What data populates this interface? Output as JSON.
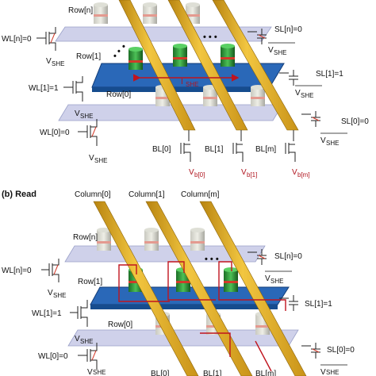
{
  "read_panel": {
    "title": "(b) Read",
    "columns": [
      "Column[0]",
      "Column[1]",
      "Column[m]"
    ]
  },
  "rows": {
    "row_n": "Row[n]",
    "row_1": "Row[1]",
    "row_0": "Row[0]"
  },
  "wordlines": {
    "wl_n": "WL[n]=0",
    "wl_1": "WL[1]=1",
    "wl_0": "WL[0]=0"
  },
  "sourcelines": {
    "sl_n": "SL[n]=0",
    "sl_1": "SL[1]=1",
    "sl_0": "SL[0]=0"
  },
  "supply": {
    "vshe": "V",
    "vshe_sub": "SHE",
    "vshe_bar_sub": "SHE"
  },
  "current": {
    "label": "I",
    "sub": "SHE"
  },
  "bitlines": [
    "BL[0]",
    "BL[1]",
    "BL[m]"
  ],
  "bias": {
    "v": "V",
    "subs": [
      "b[0]",
      "b[1]",
      "b[m]"
    ]
  },
  "dots": "• • •",
  "colors": {
    "column_bar": "#e8b020",
    "active_plane": "#1f5fb0",
    "inactive_plane": "#c9cbe8",
    "mtj_green": "#2e9a3a",
    "mtj_red": "#d23a2a",
    "current_red": "#c0141e"
  }
}
